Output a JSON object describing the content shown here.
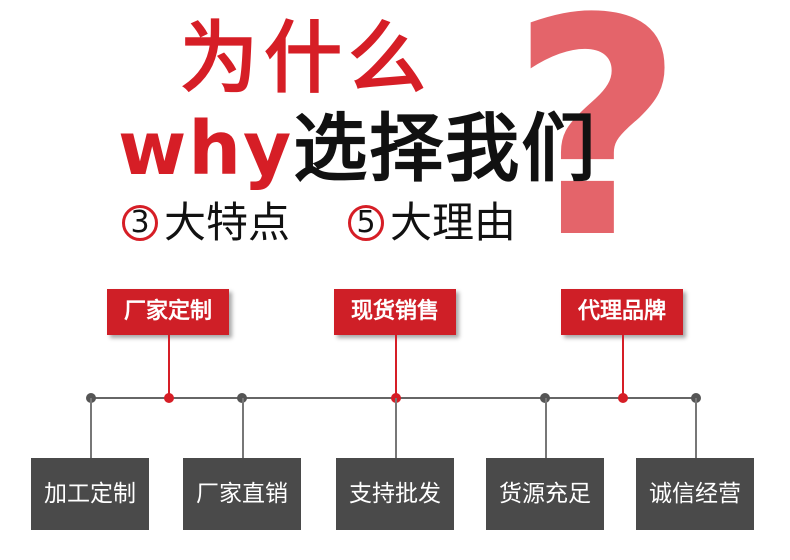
{
  "header": {
    "line1": "为什么",
    "why": "why",
    "line2": "选择我们",
    "question_mark": "?",
    "feature_num": "3",
    "feature_text": "大特点",
    "reason_num": "5",
    "reason_text": "大理由"
  },
  "red_labels": [
    "厂家定制",
    "现货销售",
    "代理品牌"
  ],
  "grey_boxes": [
    "加工定制",
    "厂家直销",
    "支持批发",
    "货源充足",
    "诚信经营"
  ],
  "colors": {
    "accent": "#d61e26",
    "box": "#4a4a4a",
    "question": "#e2575e"
  }
}
